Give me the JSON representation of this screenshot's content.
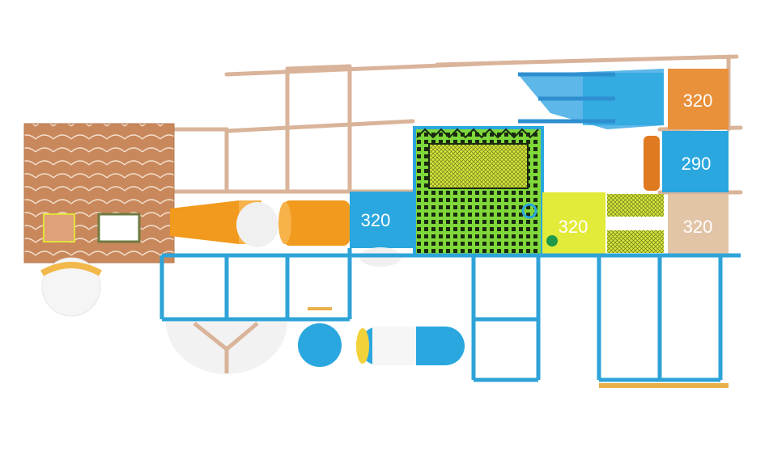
{
  "platforms": [
    {
      "id": "orange-top",
      "label": "320",
      "color": "#e8903a"
    },
    {
      "id": "blue-right",
      "label": "290",
      "color": "#2aa7de"
    },
    {
      "id": "blue-left",
      "label": "320",
      "color": "#2aa7de"
    },
    {
      "id": "yellow",
      "label": "320",
      "color": "#e2ea3a"
    },
    {
      "id": "beige",
      "label": "320",
      "color": "#e2c4a6"
    }
  ],
  "colors": {
    "frame": "#2ea3d8",
    "rail": "#d9b49a",
    "roof": "#c9885c",
    "net": "#7fd83a",
    "tube": "#f29a1e",
    "slide": "#2ea3d8"
  }
}
